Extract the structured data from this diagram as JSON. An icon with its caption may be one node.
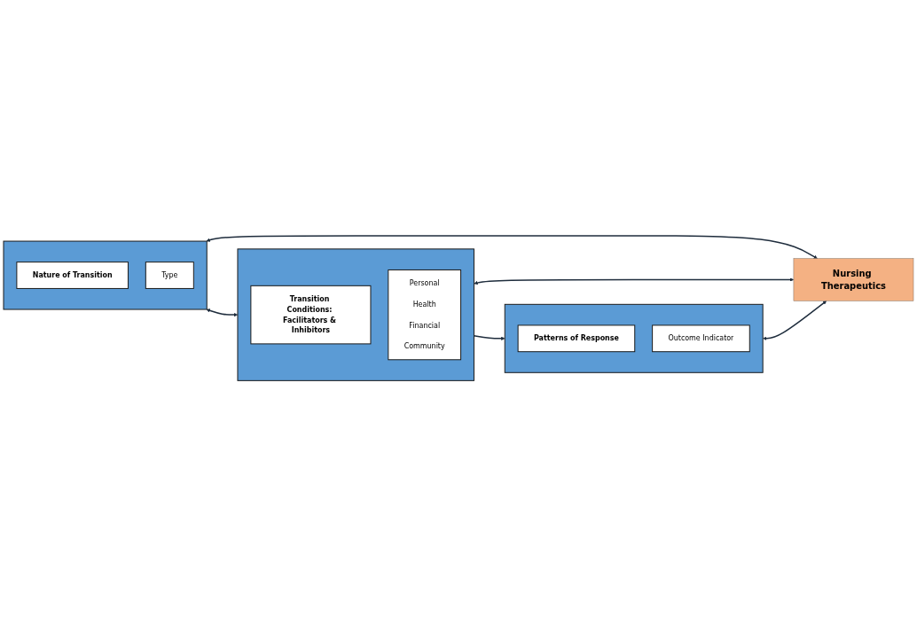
{
  "diagram": {
    "nodes": [
      {
        "text": [],
        "shape": "box"
      },
      {
        "text": [
          "Nature of Transition"
        ],
        "in": 0
      },
      {
        "text": [
          "Type"
        ],
        "in": 0
      },
      {
        "text": [],
        "shape": "box"
      },
      {
        "text": [
          "Transition Conditions: Facilitators & Inhibitors"
        ],
        "in": 3
      },
      {
        "text": [
          "Personal",
          "Health",
          "Financial",
          "Community"
        ],
        "in": 3
      },
      {
        "text": [],
        "shape": "box"
      },
      {
        "text": [
          "Patterns of Response"
        ],
        "in": 6
      },
      {
        "text": [
          "Outcome Indicator"
        ],
        "in": 6
      },
      {
        "text": [
          "Nursing Therapeutics"
        ]
      }
    ],
    "edges": [
      {
        "from": 0,
        "to": 3,
        "arrow": "both"
      },
      {
        "from": 3,
        "to": 6,
        "arrow": "to"
      },
      {
        "from": 0,
        "to": 9,
        "arrow": "both"
      },
      {
        "from": 3,
        "to": 9,
        "arrow": "both"
      },
      {
        "from": 6,
        "to": 9,
        "arrow": "both"
      }
    ]
  }
}
